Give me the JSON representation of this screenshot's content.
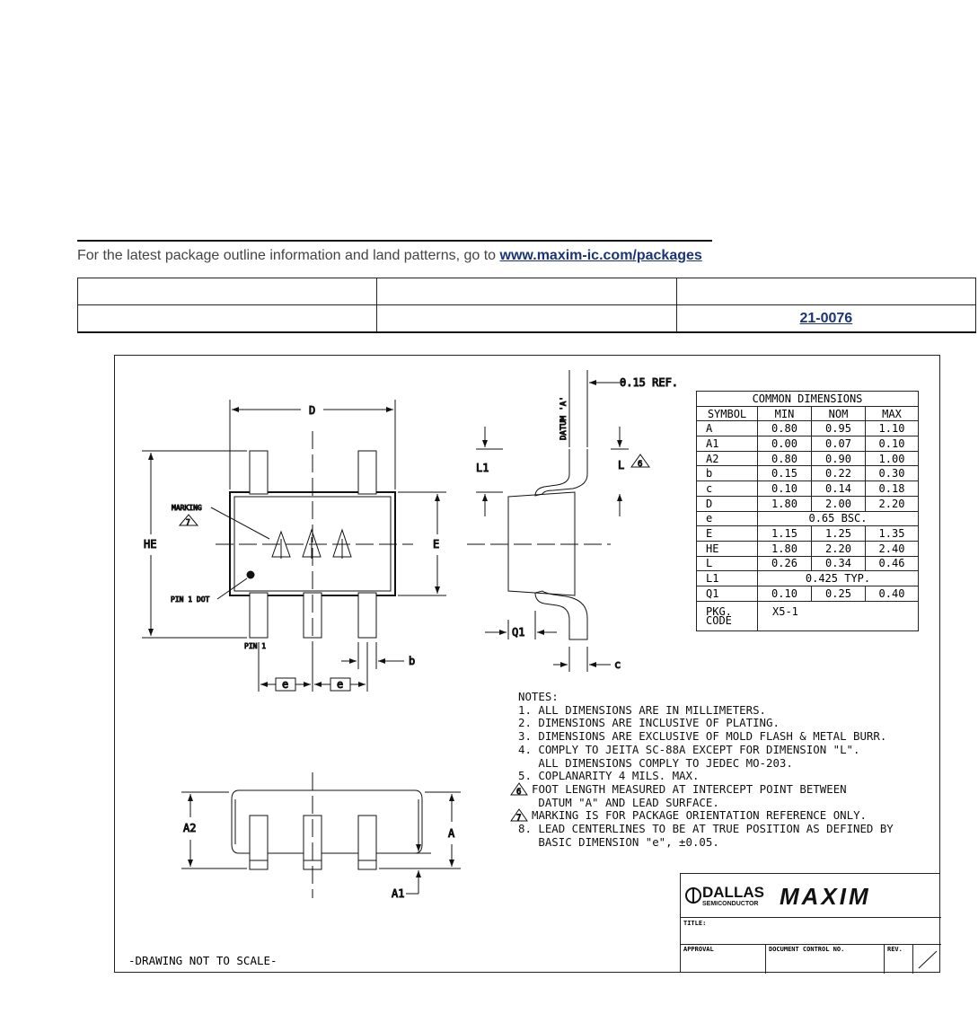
{
  "intro": {
    "text": "For the latest package outline information and land patterns, go to ",
    "link": "www.maxim-ic.com/packages"
  },
  "header_table": {
    "doc_number": "21-0076"
  },
  "drawing": {
    "labels": {
      "D": "D",
      "HE": "HE",
      "E": "E",
      "marking": "MARKING",
      "marking_note": "7",
      "pin1_dot": "PIN 1 DOT",
      "pin1": "PIN 1",
      "b": "b",
      "e": "e",
      "ref": "0.15 REF.",
      "datum": "DATUM 'A'",
      "L1": "L1",
      "L": "L",
      "L_note": "6",
      "Q1": "Q1",
      "c": "c",
      "A2": "A2",
      "A": "A",
      "A1": "A1"
    },
    "not_to_scale": "-DRAWING NOT TO SCALE-"
  },
  "dimensions": {
    "title": "COMMON DIMENSIONS",
    "headers": [
      "SYMBOL",
      "MIN",
      "NOM",
      "MAX"
    ],
    "rows": [
      [
        "A",
        "0.80",
        "0.95",
        "1.10"
      ],
      [
        "A1",
        "0.00",
        "0.07",
        "0.10"
      ],
      [
        "A2",
        "0.80",
        "0.90",
        "1.00"
      ],
      [
        "b",
        "0.15",
        "0.22",
        "0.30"
      ],
      [
        "c",
        "0.10",
        "0.14",
        "0.18"
      ],
      [
        "D",
        "1.80",
        "2.00",
        "2.20"
      ],
      [
        "e",
        "0.65 BSC."
      ],
      [
        "E",
        "1.15",
        "1.25",
        "1.35"
      ],
      [
        "HE",
        "1.80",
        "2.20",
        "2.40"
      ],
      [
        "L",
        "0.26",
        "0.34",
        "0.46"
      ],
      [
        "L1",
        "0.425 TYP."
      ],
      [
        "Q1",
        "0.10",
        "0.25",
        "0.40"
      ]
    ],
    "pkg_code_label": "PKG. CODE",
    "pkg_code": "X5-1"
  },
  "notes": {
    "title": "NOTES:",
    "items": [
      "1. ALL DIMENSIONS ARE IN MILLIMETERS.",
      "2. DIMENSIONS ARE INCLUSIVE OF PLATING.",
      "3. DIMENSIONS ARE EXCLUSIVE OF MOLD FLASH & METAL BURR.",
      "4. COMPLY TO JEITA SC-88A EXCEPT FOR DIMENSION \"L\".",
      "   ALL DIMENSIONS COMPLY TO JEDEC MO-203.",
      "5. COPLANARITY 4 MILS. MAX.",
      "FOOT LENGTH MEASURED AT INTERCEPT POINT BETWEEN",
      "   DATUM \"A\" AND LEAD SURFACE.",
      "MARKING IS FOR PACKAGE ORIENTATION REFERENCE ONLY.",
      "8. LEAD CENTERLINES TO BE AT TRUE POSITION AS DEFINED BY",
      "   BASIC DIMENSION \"e\", ±0.05."
    ],
    "n6": "6",
    "n7": "7"
  },
  "title_block": {
    "logo_dallas": "DALLAS",
    "logo_semi": "SEMICONDUCTOR",
    "logo_maxim": "MAXIM",
    "title_label": "TITLE:",
    "approval": "APPROVAL",
    "doc_control": "DOCUMENT CONTROL NO.",
    "rev": "REV."
  }
}
